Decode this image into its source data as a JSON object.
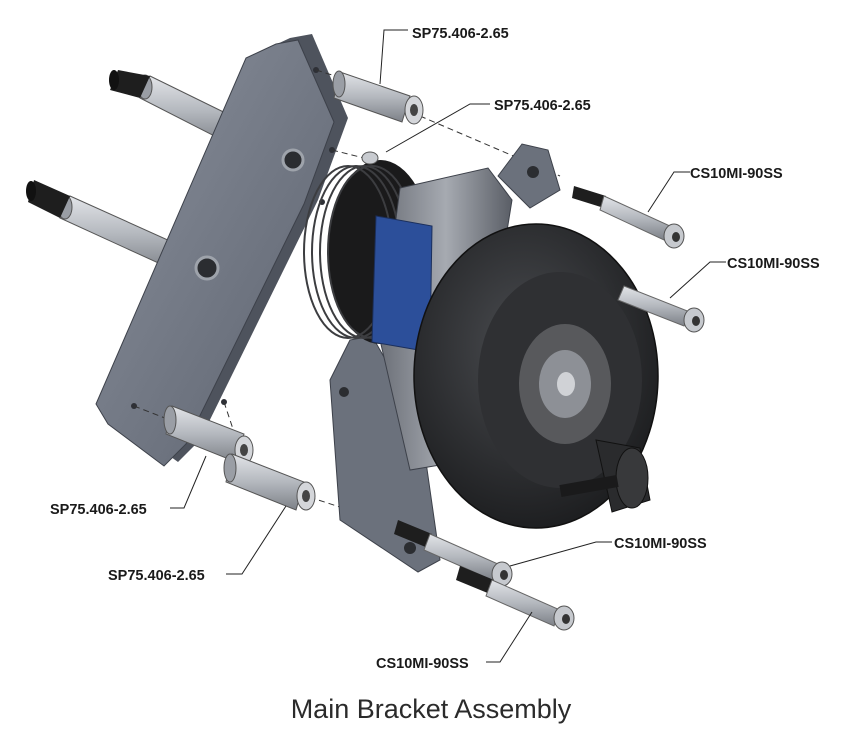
{
  "callouts": {
    "spacer_top_1": "SP75.406-2.65",
    "spacer_top_2": "SP75.406-2.65",
    "bolt_right_1": "CS10MI-90SS",
    "bolt_right_2": "CS10MI-90SS",
    "spacer_bottom_1": "SP75.406-2.65",
    "spacer_bottom_2": "SP75.406-2.65",
    "bolt_bottom_1": "CS10MI-90SS",
    "bolt_bottom_2": "CS10MI-90SS"
  },
  "caption": "Main Bracket Assembly",
  "colors": {
    "bracket": "#6f7582",
    "steel": "#b4b8be",
    "stud": "#1e1e1e",
    "housing": "#2a2b2d",
    "accent_blue": "#2c4f9a"
  }
}
